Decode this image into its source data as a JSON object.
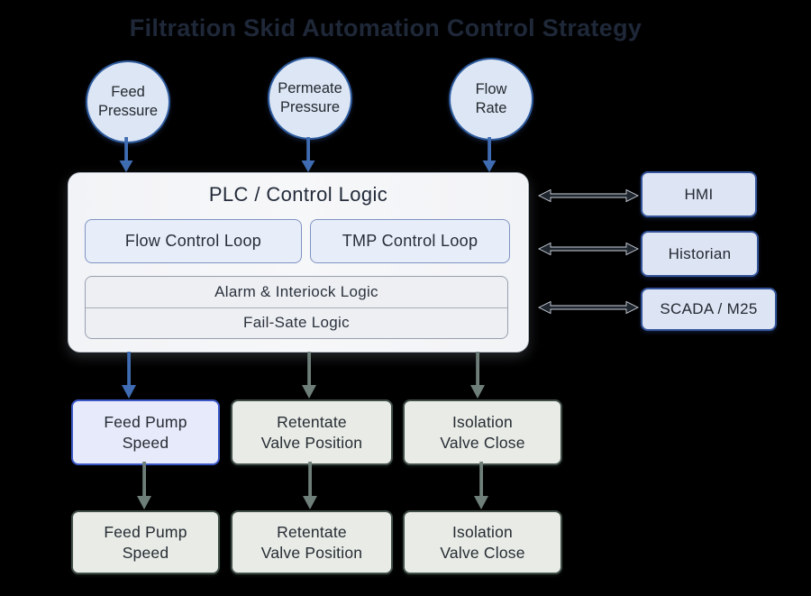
{
  "title": "Filtration Skid Automation Control Strategy",
  "sensors": [
    {
      "line1": "Feed",
      "line2": "Pressure"
    },
    {
      "line1": "Permeate",
      "line2": "Pressure"
    },
    {
      "line1": "Flow",
      "line2": "Rate"
    }
  ],
  "plc": {
    "title": "PLC / Control Logic",
    "loops": [
      {
        "label": "Flow Control Loop"
      },
      {
        "label": "TMP Control Loop"
      }
    ],
    "logic_rows": [
      {
        "label": "Alarm & Interiock Logic"
      },
      {
        "label": "Fail-Sate Logic"
      }
    ]
  },
  "external_systems": [
    {
      "label": "HMI"
    },
    {
      "label": "Historian"
    },
    {
      "label": "SCADA / M25"
    }
  ],
  "outputs_row1": [
    {
      "line1": "Feed Pump",
      "line2": "Speed"
    },
    {
      "line1": "Retentate",
      "line2": "Valve Position"
    },
    {
      "line1": "Isolation",
      "line2": "Valve Close"
    }
  ],
  "outputs_row2": [
    {
      "line1": "Feed Pump",
      "line2": "Speed"
    },
    {
      "line1": "Retentate",
      "line2": "Valve Position"
    },
    {
      "line1": "Isolation",
      "line2": "Valve Close"
    }
  ],
  "colors": {
    "background": "#000000",
    "title_text": "#1f2839",
    "sensor_fill": "#dce6f5",
    "sensor_border": "#2e5b9e",
    "blue_arrow": "#3f6cb2",
    "plc_fill": "#f4f5f7",
    "loop_fill": "#e7edf9",
    "loop_border": "#8093c3",
    "logic_fill": "#edeff3",
    "external_fill": "#dde4f3",
    "external_border": "#33549a",
    "bidirectional_arrow": "#20262e",
    "gray_arrow": "#6e7f79",
    "output_blue_fill": "#e6eafb",
    "output_blue_border": "#3a57c5",
    "output_sage_fill": "#e8ebe6",
    "output_sage_border": "#414e48"
  }
}
